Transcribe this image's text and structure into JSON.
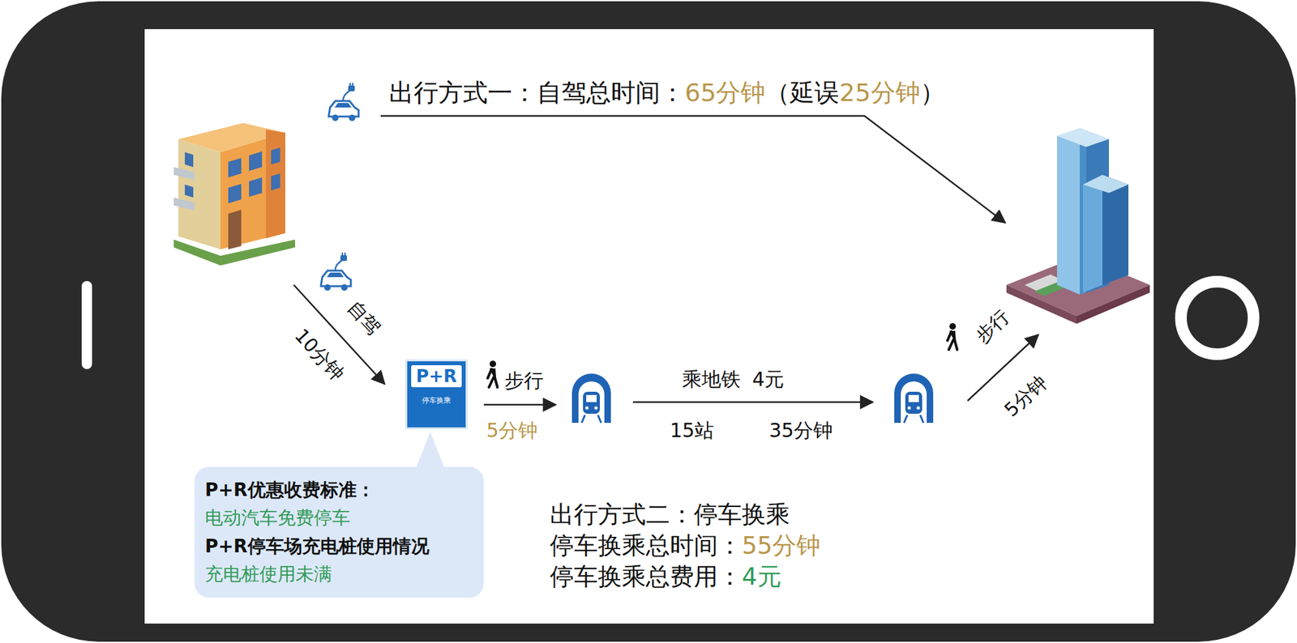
{
  "diagram": {
    "nodes": [
      {
        "text": [
          "P+R",
          "停车换乘"
        ]
      },
      {
        "text": [
          "P+R优惠收费标准：",
          "电动汽车免费停车",
          "P+R停车场充电桩使用情况",
          "充电桩使用未满"
        ]
      }
    ],
    "edges": [
      {
        "from": 1,
        "to": 0,
        "arrow": "none"
      }
    ],
    "labels": [
      "出行方式一：自驾总时间：",
      "65分钟",
      "（延误",
      "25分钟",
      "）",
      "自驾",
      "10分钟",
      "步行",
      "5分钟",
      "乘地铁",
      "4元",
      "15站",
      "35分钟",
      "步行",
      "5分钟",
      "出行方式二：停车换乘",
      "停车换乘总时间：",
      "55分钟",
      "停车换乘总费用：",
      "4元"
    ]
  }
}
